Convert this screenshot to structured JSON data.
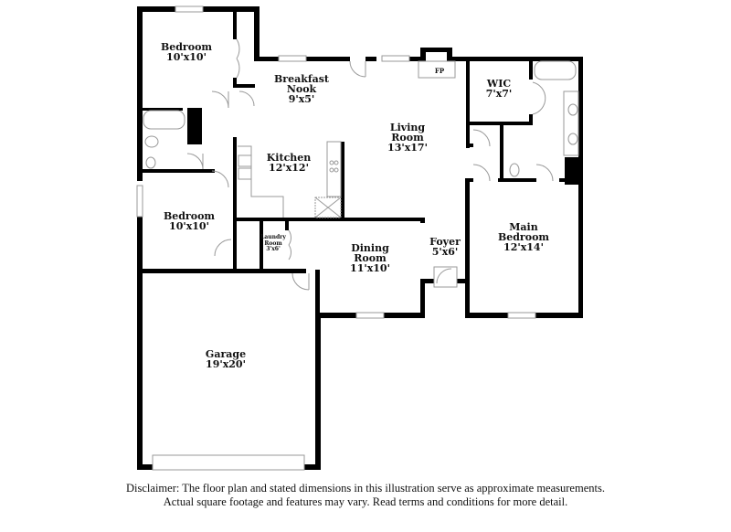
{
  "floor_plan": {
    "rooms": [
      {
        "id": "bedroom-1",
        "name": "Bedroom",
        "dimensions": "10'x10'"
      },
      {
        "id": "breakfast-nook",
        "name": "Breakfast Nook",
        "name_line1": "Breakfast",
        "name_line2": "Nook",
        "dimensions": "9'x5'"
      },
      {
        "id": "fireplace",
        "name": "FP"
      },
      {
        "id": "wic",
        "name": "WIC",
        "dimensions": "7'x7'"
      },
      {
        "id": "living-room",
        "name": "Living Room",
        "name_line1": "Living",
        "name_line2": "Room",
        "dimensions": "13'x17'"
      },
      {
        "id": "kitchen",
        "name": "Kitchen",
        "dimensions": "12'x12'"
      },
      {
        "id": "bedroom-2",
        "name": "Bedroom",
        "dimensions": "10'x10'"
      },
      {
        "id": "laundry-room",
        "name": "Laundry Room",
        "name_line1": "Laundry",
        "name_line2": "Room",
        "dimensions": "3'x6'"
      },
      {
        "id": "dining-room",
        "name": "Dining Room",
        "name_line1": "Dining",
        "name_line2": "Room",
        "dimensions": "11'x10'"
      },
      {
        "id": "foyer",
        "name": "Foyer",
        "dimensions": "5'x6'"
      },
      {
        "id": "main-bedroom",
        "name": "Main Bedroom",
        "name_line1": "Main",
        "name_line2": "Bedroom",
        "dimensions": "12'x14'"
      },
      {
        "id": "garage",
        "name": "Garage",
        "dimensions": "19'x20'"
      }
    ]
  },
  "disclaimer": {
    "line1": "Disclaimer: The floor plan and stated dimensions in this illustration serve as approximate measurements.",
    "line2": "Actual square footage and features may vary. Read terms and conditions for more detail."
  },
  "colors": {
    "wall": "#000000",
    "fixture": "#999999",
    "window": "#bbbbbb",
    "background": "#ffffff"
  }
}
